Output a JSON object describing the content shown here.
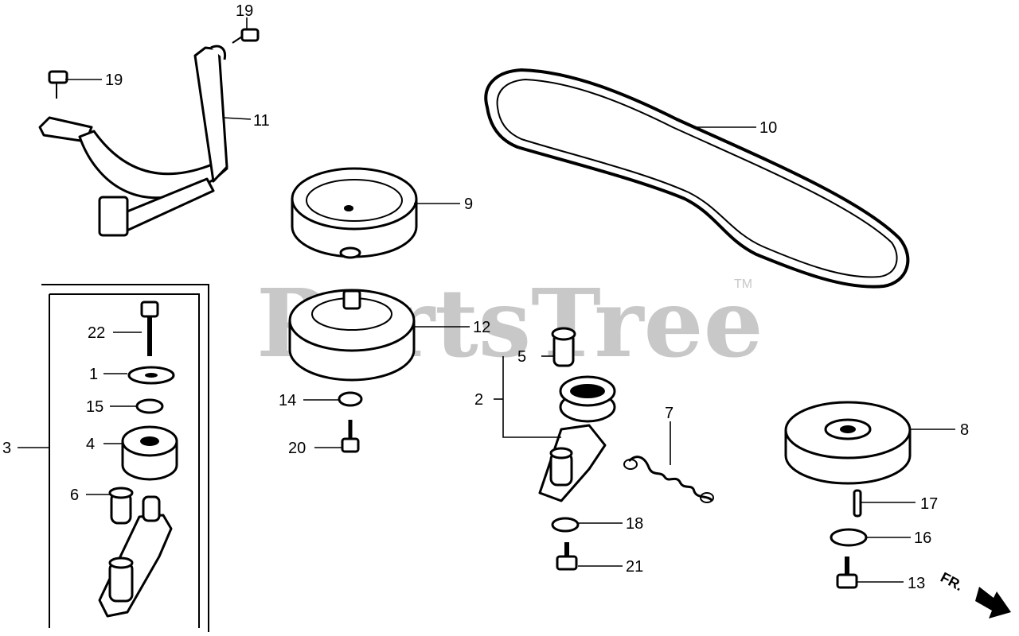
{
  "watermark": {
    "text": "PartsTree",
    "trademark": "TM"
  },
  "direction": {
    "label": "FR."
  },
  "callouts": {
    "c1": "1",
    "c2": "2",
    "c3": "3",
    "c4": "4",
    "c5": "5",
    "c6": "6",
    "c7": "7",
    "c8": "8",
    "c9": "9",
    "c10": "10",
    "c11": "11",
    "c12": "12",
    "c13": "13",
    "c14": "14",
    "c15": "15",
    "c16": "16",
    "c17": "17",
    "c18": "18",
    "c19a": "19",
    "c19b": "19",
    "c20": "20",
    "c21": "21",
    "c22": "22"
  },
  "colors": {
    "line": "#000000",
    "watermark": "#c8c8c8",
    "background": "#ffffff"
  }
}
